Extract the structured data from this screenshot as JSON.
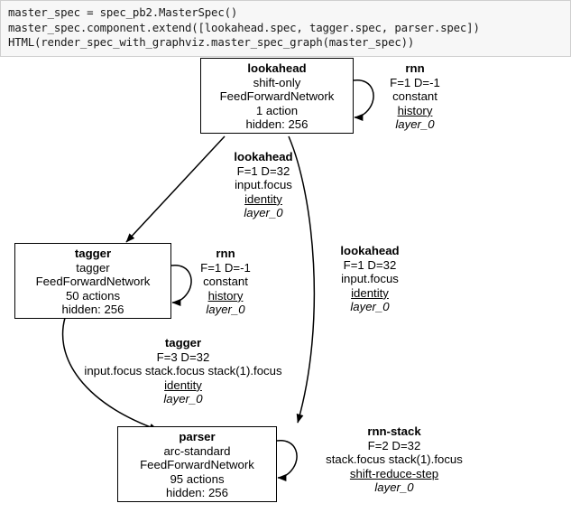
{
  "code_cell": {
    "lines": [
      "master_spec = spec_pb2.MasterSpec()",
      "master_spec.component.extend([lookahead.spec, tagger.spec, parser.spec])",
      "HTML(render_spec_with_graphviz.master_spec_graph(master_spec))"
    ],
    "background": "#f7f7f7",
    "border_color": "#cfcfcf"
  },
  "graph": {
    "type": "directed-graph",
    "nodes": [
      {
        "id": "lookahead",
        "title": "lookahead",
        "transition_system": "shift-only",
        "network": "FeedForwardNetwork",
        "actions": "1 action",
        "hidden": "hidden: 256"
      },
      {
        "id": "tagger",
        "title": "tagger",
        "transition_system": "tagger",
        "network": "FeedForwardNetwork",
        "actions": "50 actions",
        "hidden": "hidden: 256"
      },
      {
        "id": "parser",
        "title": "parser",
        "transition_system": "arc-standard",
        "network": "FeedForwardNetwork",
        "actions": "95 actions",
        "hidden": "hidden: 256"
      }
    ],
    "edges": [
      {
        "id": "lookahead-self",
        "from": "lookahead",
        "to": "lookahead",
        "title": "rnn",
        "fd": "F=1 D=-1",
        "features": "constant",
        "source": "history",
        "layer": "layer_0"
      },
      {
        "id": "lookahead-to-tagger",
        "from": "lookahead",
        "to": "tagger",
        "title": "lookahead",
        "fd": "F=1 D=32",
        "features": "input.focus",
        "source": "identity",
        "layer": "layer_0"
      },
      {
        "id": "lookahead-to-parser",
        "from": "lookahead",
        "to": "parser",
        "title": "lookahead",
        "fd": "F=1 D=32",
        "features": "input.focus",
        "source": "identity",
        "layer": "layer_0"
      },
      {
        "id": "tagger-self",
        "from": "tagger",
        "to": "tagger",
        "title": "rnn",
        "fd": "F=1 D=-1",
        "features": "constant",
        "source": "history",
        "layer": "layer_0"
      },
      {
        "id": "tagger-to-parser",
        "from": "tagger",
        "to": "parser",
        "title": "tagger",
        "fd": "F=3 D=32",
        "features": "input.focus stack.focus stack(1).focus",
        "source": "identity",
        "layer": "layer_0"
      },
      {
        "id": "parser-self",
        "from": "parser",
        "to": "parser",
        "title": "rnn-stack",
        "fd": "F=2 D=32",
        "features": "stack.focus stack(1).focus",
        "source": "shift-reduce-step",
        "layer": "layer_0"
      }
    ]
  }
}
